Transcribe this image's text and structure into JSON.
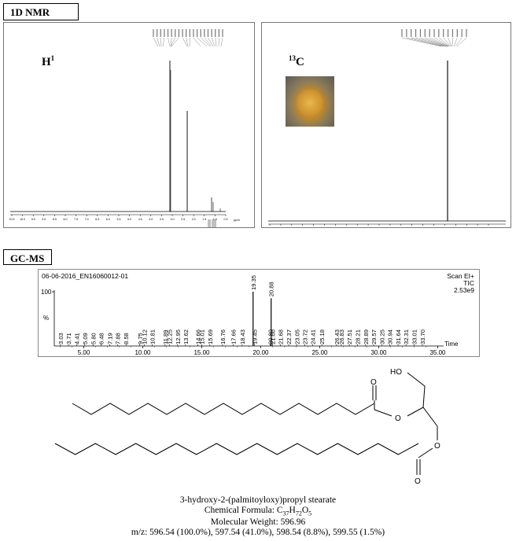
{
  "labels": {
    "nmr": "1D NMR",
    "gcms": "GC-MS"
  },
  "h1_panel": {
    "nucleus": "H",
    "nucleus_sup": "1",
    "ppm": "ppm",
    "ticks": [
      "10.5",
      "10.0",
      "9.5",
      "9.0",
      "8.5",
      "8.0",
      "7.5",
      "7.0",
      "6.5",
      "6.0",
      "5.5",
      "5.0",
      "4.5",
      "4.0",
      "3.5",
      "3.0",
      "2.5",
      "2.0",
      "1.5",
      "1.0",
      "0.5"
    ]
  },
  "c13_panel": {
    "nucleus": "C",
    "nucleus_sup": "13",
    "ppm": "ppm",
    "ticks": [
      "200",
      "190",
      "180",
      "170",
      "160",
      "150",
      "140",
      "130",
      "120",
      "110",
      "100",
      "90",
      "80",
      "70",
      "60",
      "50",
      "40",
      "30",
      "20",
      "10",
      "0"
    ]
  },
  "gc": {
    "header_left": "06-06-2016_EN16060012-01",
    "header_right_1": "Scan EI+",
    "header_right_2": "TIC",
    "header_right_3": "2.53e9",
    "y_top": "100",
    "y_pct": "%",
    "x_label": "Time",
    "x_ticks": [
      "5.00",
      "10.00",
      "15.00",
      "20.00",
      "25.00",
      "30.00",
      "35.00"
    ]
  },
  "chart_data": {
    "type": "line",
    "title": "06-06-2016_EN16060012-01",
    "xlabel": "Time",
    "ylabel": "%",
    "xlim": [
      2.5,
      35.5
    ],
    "ylim": [
      0,
      100
    ],
    "peak_labels": [
      "3.03",
      "3.71",
      "4.41",
      "5.09",
      "5.80",
      "6.48",
      "7.19",
      "7.88",
      "8.58",
      "9.75",
      "10.12",
      "10.81",
      "11.89",
      "12.25",
      "12.95",
      "13.62",
      "14.66",
      "15.01",
      "15.69",
      "16.76",
      "17.66",
      "18.43",
      "19.35",
      "19.45",
      "20.80",
      "20.88",
      "21.00",
      "21.68",
      "22.37",
      "23.05",
      "23.72",
      "24.41",
      "25.18",
      "26.43",
      "26.83",
      "27.51",
      "28.21",
      "28.89",
      "29.57",
      "30.25",
      "30.94",
      "31.64",
      "32.31",
      "33.01",
      "33.70"
    ],
    "series": [
      {
        "x": [
          3.03,
          3.71,
          4.41,
          5.09,
          5.8,
          6.48,
          7.19,
          7.88,
          8.58,
          9.75,
          10.12,
          10.81,
          11.89,
          12.25,
          12.95,
          13.62,
          14.66,
          15.01,
          15.69,
          16.76,
          17.66,
          18.43,
          19.35,
          19.45,
          20.8,
          20.88,
          21.0,
          21.68,
          22.37,
          23.05,
          23.72,
          24.41,
          25.18,
          26.43,
          26.83,
          27.51,
          28.21,
          28.89,
          29.57,
          30.25,
          30.94,
          31.64,
          32.31,
          33.01,
          33.7
        ],
        "y": [
          3,
          3,
          3,
          3,
          3,
          3,
          3,
          3,
          3,
          3,
          3,
          3,
          3,
          3,
          3,
          3,
          3,
          3,
          3,
          3,
          3,
          3,
          100,
          5,
          5,
          88,
          4,
          3,
          3,
          3,
          3,
          3,
          3,
          3,
          3,
          3,
          3,
          3,
          3,
          3,
          3,
          3,
          3,
          3,
          3
        ]
      }
    ]
  },
  "structure": {
    "name": "3-hydroxy-2-(palmitoyloxy)propyl stearate",
    "formula_prefix": "Chemical Formula: ",
    "formula_c": "C",
    "formula_c_sub": "37",
    "formula_h": "H",
    "formula_h_sub": "72",
    "formula_o": "O",
    "formula_o_sub": "5",
    "mw": "Molecular Weight: 596.96",
    "mz": "m/z: 596.54 (100.0%), 597.54 (41.0%), 598.54 (8.8%), 599.55 (1.5%)",
    "atom_ho": "HO",
    "atom_o": "O"
  }
}
